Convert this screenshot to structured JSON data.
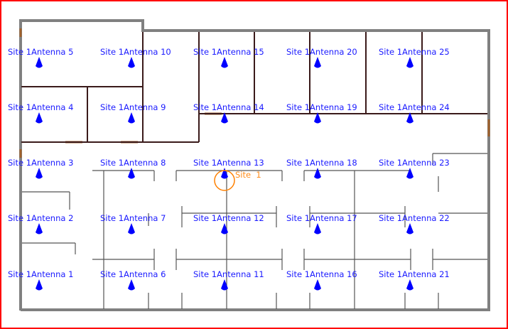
{
  "plan": {
    "site": {
      "label": "Site  1",
      "color": "#ff8000"
    },
    "antenna_color": "#0000ff",
    "antennas": [
      {
        "label": "Site  1Antenna 1",
        "column": 1,
        "row": 5
      },
      {
        "label": "Site  1Antenna 2",
        "column": 1,
        "row": 4
      },
      {
        "label": "Site  1Antenna 3",
        "column": 1,
        "row": 3
      },
      {
        "label": "Site  1Antenna 4",
        "column": 1,
        "row": 2
      },
      {
        "label": "Site  1Antenna 5",
        "column": 1,
        "row": 1
      },
      {
        "label": "Site  1Antenna 6",
        "column": 2,
        "row": 5
      },
      {
        "label": "Site  1Antenna 7",
        "column": 2,
        "row": 4
      },
      {
        "label": "Site  1Antenna 8",
        "column": 2,
        "row": 3
      },
      {
        "label": "Site  1Antenna 9",
        "column": 2,
        "row": 2
      },
      {
        "label": "Site  1Antenna 10",
        "column": 2,
        "row": 1
      },
      {
        "label": "Site  1Antenna 11",
        "column": 3,
        "row": 5
      },
      {
        "label": "Site  1Antenna 12",
        "column": 3,
        "row": 4
      },
      {
        "label": "Site  1Antenna 13",
        "column": 3,
        "row": 3
      },
      {
        "label": "Site  1Antenna 14",
        "column": 3,
        "row": 2
      },
      {
        "label": "Site  1Antenna 15",
        "column": 3,
        "row": 1
      },
      {
        "label": "Site  1Antenna 16",
        "column": 4,
        "row": 5
      },
      {
        "label": "Site  1Antenna 17",
        "column": 4,
        "row": 4
      },
      {
        "label": "Site  1Antenna 18",
        "column": 4,
        "row": 3
      },
      {
        "label": "Site  1Antenna 19",
        "column": 4,
        "row": 2
      },
      {
        "label": "Site  1Antenna 20",
        "column": 4,
        "row": 1
      },
      {
        "label": "Site  1Antenna 21",
        "column": 5,
        "row": 5
      },
      {
        "label": "Site  1Antenna 22",
        "column": 5,
        "row": 4
      },
      {
        "label": "Site  1Antenna 23",
        "column": 5,
        "row": 3
      },
      {
        "label": "Site  1Antenna 24",
        "column": 5,
        "row": 2
      },
      {
        "label": "Site  1Antenna 25",
        "column": 5,
        "row": 1
      }
    ]
  }
}
